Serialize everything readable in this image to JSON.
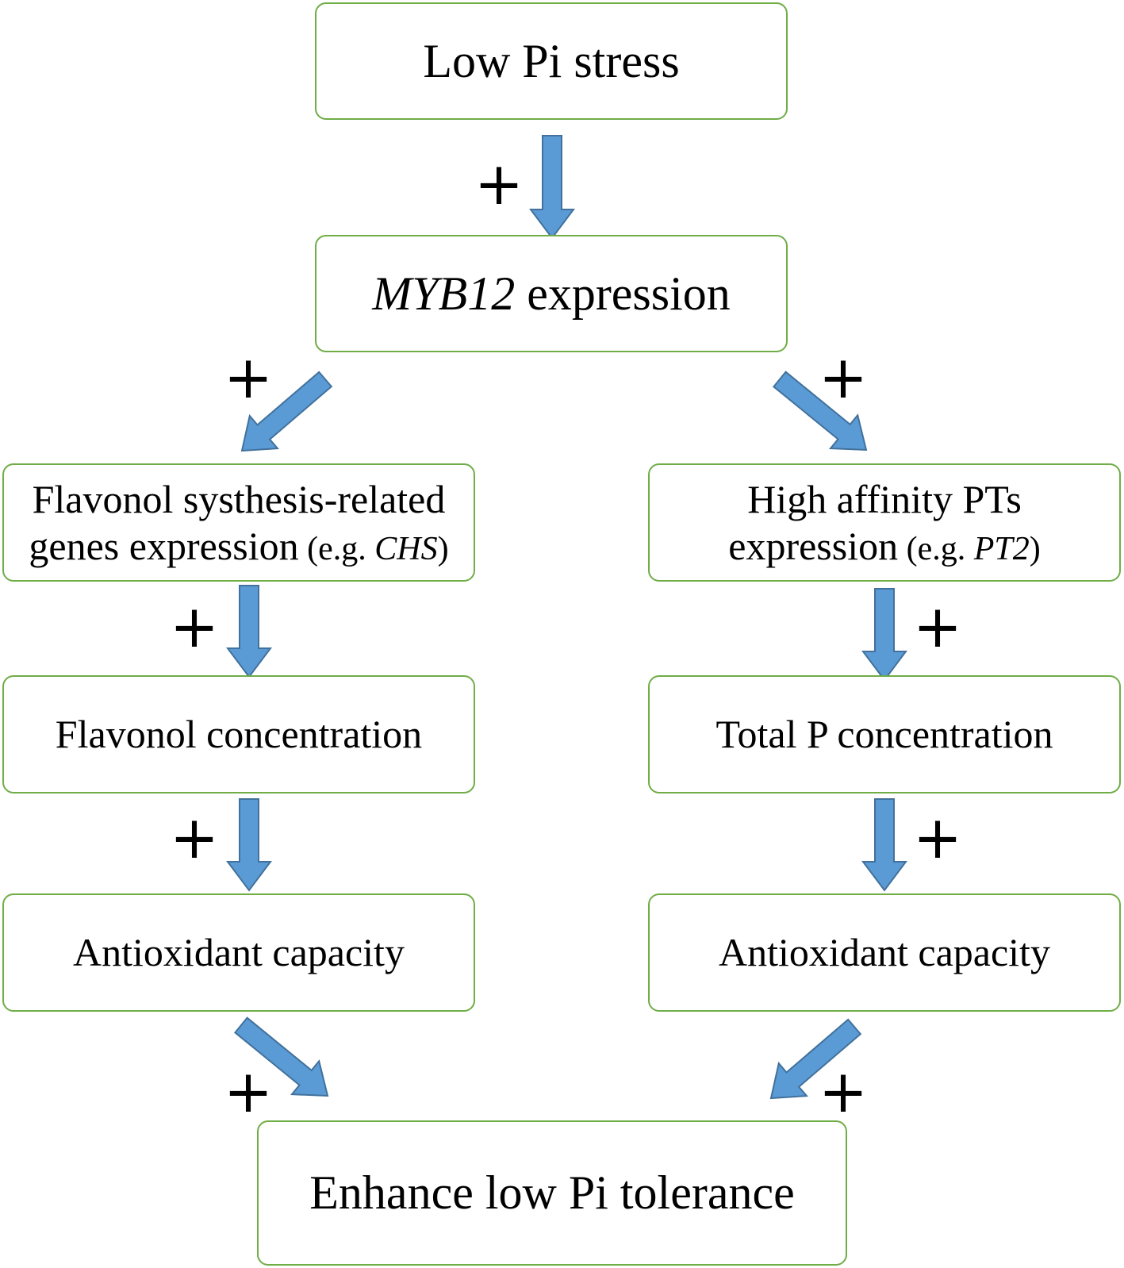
{
  "nodes": {
    "low_pi_stress": {
      "text": "Low Pi stress"
    },
    "myb12_expression": {
      "gene": "MYB12",
      "text": " expression"
    },
    "flavonol_genes": {
      "line1": "Flavonol systhesis-related",
      "line2": "genes expression",
      "example_prefix": " (e.g. ",
      "example_gene": "CHS",
      "example_suffix": ")"
    },
    "high_affinity_pts": {
      "line1": "High affinity PTs",
      "line2": "expression",
      "example_prefix": " (e.g. ",
      "example_gene": "PT2",
      "example_suffix": ")"
    },
    "flavonol_concentration": {
      "text": "Flavonol concentration"
    },
    "total_p_concentration": {
      "text": "Total P concentration"
    },
    "antioxidant_left": {
      "text": "Antioxidant capacity"
    },
    "antioxidant_right": {
      "text": "Antioxidant capacity"
    },
    "enhance_tolerance": {
      "text": "Enhance low Pi tolerance"
    }
  },
  "edge_sign": "+",
  "colors": {
    "box_border": "#70ad47",
    "arrow_fill": "#5b9bd5",
    "arrow_stroke": "#41719c"
  }
}
